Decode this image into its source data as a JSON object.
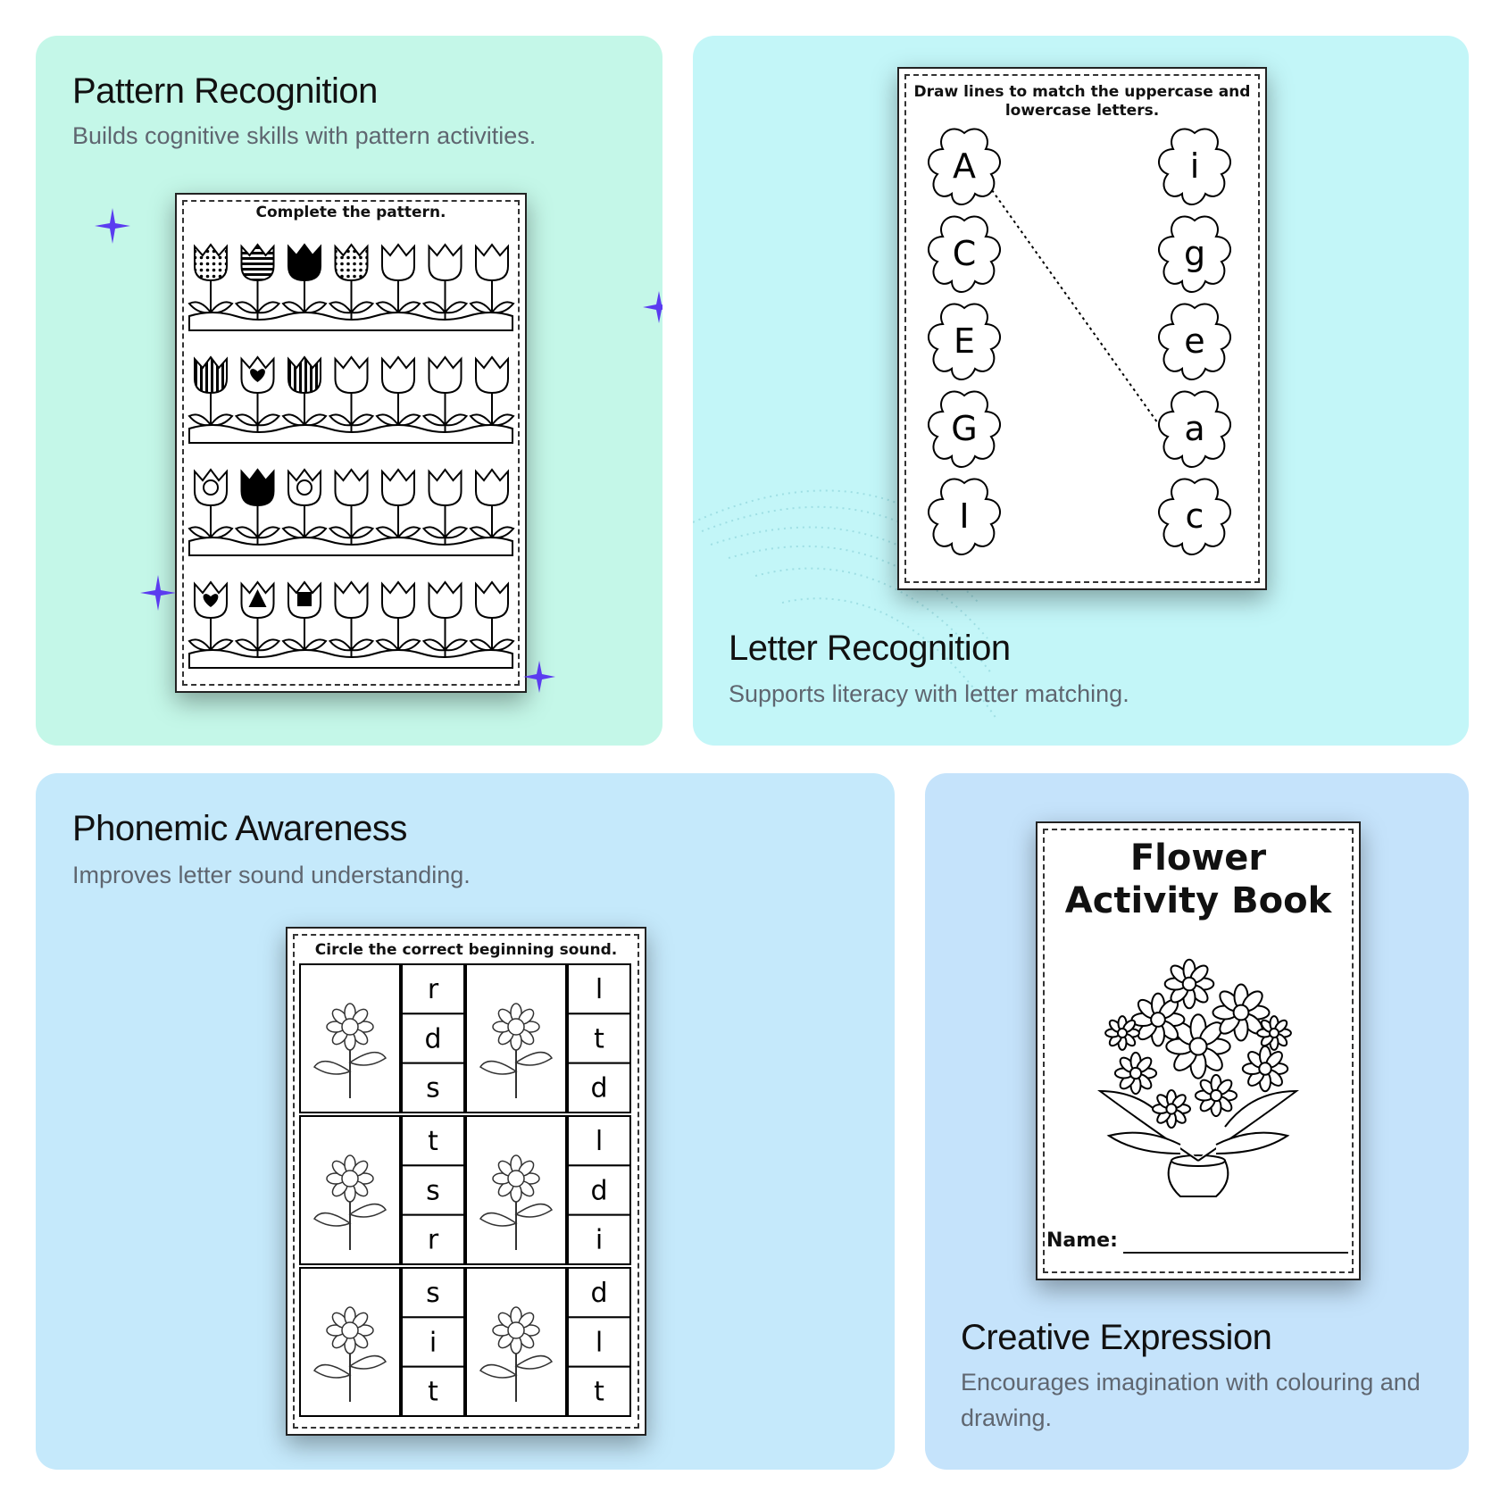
{
  "colors": {
    "card_pattern": "#c4f7e8",
    "card_letter": "#c3f6f8",
    "card_phonemic": "#c5e9fb",
    "card_creative": "#c5e3fb",
    "sparkle": "#5b3cf0"
  },
  "cards": {
    "pattern": {
      "title": "Pattern Recognition",
      "subtitle": "Builds cognitive skills with pattern activities.",
      "worksheet_heading": "Complete the pattern."
    },
    "letter": {
      "title": "Letter Recognition",
      "subtitle": "Supports literacy with letter matching.",
      "worksheet_heading_1": "Draw lines to match the uppercase and",
      "worksheet_heading_2": "lowercase letters.",
      "uppercase": [
        "A",
        "C",
        "E",
        "G",
        "I"
      ],
      "lowercase": [
        "i",
        "g",
        "e",
        "a",
        "c"
      ]
    },
    "phonemic": {
      "title": "Phonemic Awareness",
      "subtitle": "Improves letter sound understanding.",
      "worksheet_heading": "Circle the correct beginning sound.",
      "cells": [
        [
          "r",
          "d",
          "s"
        ],
        [
          "l",
          "t",
          "d"
        ],
        [
          "t",
          "s",
          "r"
        ],
        [
          "l",
          "d",
          "i"
        ],
        [
          "s",
          "i",
          "t"
        ],
        [
          "d",
          "l",
          "t"
        ]
      ]
    },
    "creative": {
      "title": "Creative Expression",
      "subtitle": "Encourages imagination with colouring and drawing.",
      "book_title_1": "Flower",
      "book_title_2": "Activity Book",
      "name_label": "Name:"
    }
  }
}
